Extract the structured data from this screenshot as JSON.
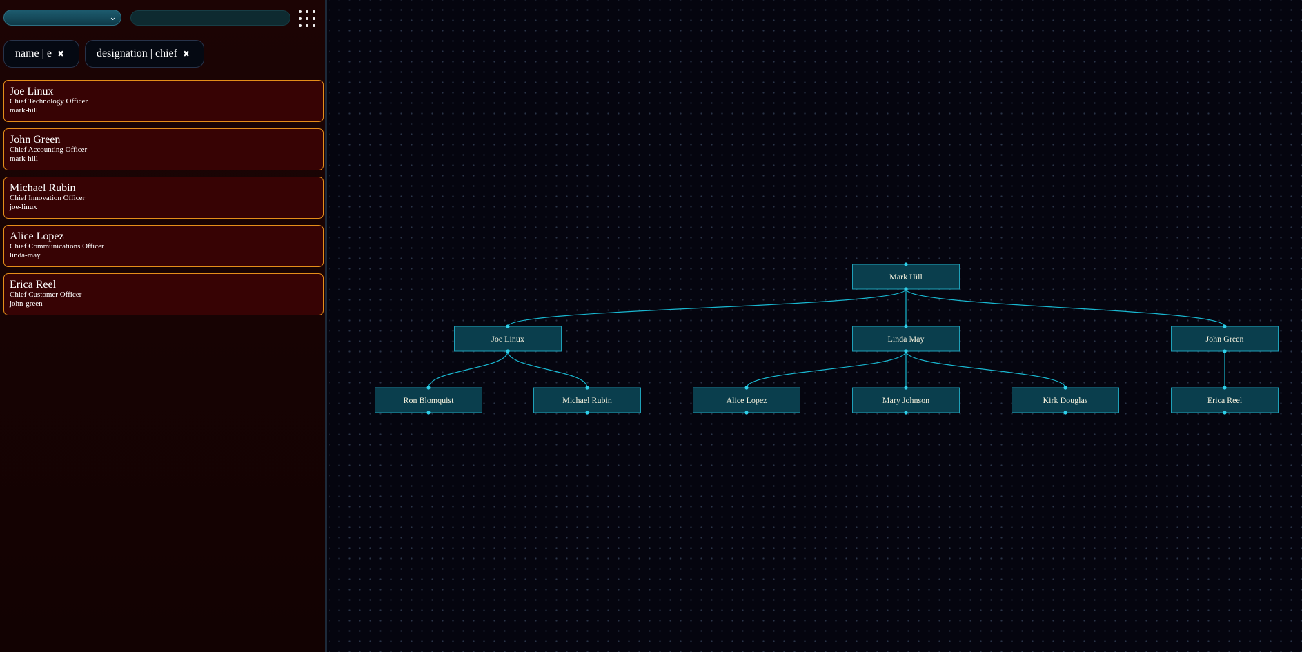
{
  "toolbar": {
    "select_value": "",
    "search_value": "",
    "search_placeholder": ""
  },
  "filters": [
    {
      "label": "name | e",
      "remove_icon": "close-icon"
    },
    {
      "label": "designation | chief",
      "remove_icon": "close-icon"
    }
  ],
  "results": [
    {
      "name": "Joe Linux",
      "title": "Chief Technology Officer",
      "parent": "mark-hill"
    },
    {
      "name": "John Green",
      "title": "Chief Accounting Officer",
      "parent": "mark-hill"
    },
    {
      "name": "Michael Rubin",
      "title": "Chief Innovation Officer",
      "parent": "joe-linux"
    },
    {
      "name": "Alice Lopez",
      "title": "Chief Communications Officer",
      "parent": "linda-may"
    },
    {
      "name": "Erica Reel",
      "title": "Chief Customer Officer",
      "parent": "john-green"
    }
  ],
  "org_chart": {
    "nodes": [
      {
        "id": "mark-hill",
        "label": "Mark Hill",
        "parent": null
      },
      {
        "id": "joe-linux",
        "label": "Joe Linux",
        "parent": "mark-hill"
      },
      {
        "id": "linda-may",
        "label": "Linda May",
        "parent": "mark-hill"
      },
      {
        "id": "john-green",
        "label": "John Green",
        "parent": "mark-hill"
      },
      {
        "id": "ron-blomquist",
        "label": "Ron Blomquist",
        "parent": "joe-linux"
      },
      {
        "id": "michael-rubin",
        "label": "Michael Rubin",
        "parent": "joe-linux"
      },
      {
        "id": "alice-lopez",
        "label": "Alice Lopez",
        "parent": "linda-may"
      },
      {
        "id": "mary-johnson",
        "label": "Mary Johnson",
        "parent": "linda-may"
      },
      {
        "id": "kirk-douglas",
        "label": "Kirk Douglas",
        "parent": "linda-may"
      },
      {
        "id": "erica-reel",
        "label": "Erica Reel",
        "parent": "john-green"
      }
    ]
  },
  "colors": {
    "card_border": "#e58e1a",
    "card_bg": "#370304",
    "node_fill": "#0a3e4d",
    "node_stroke": "#1ea0b8",
    "edge": "#19b7d0"
  }
}
